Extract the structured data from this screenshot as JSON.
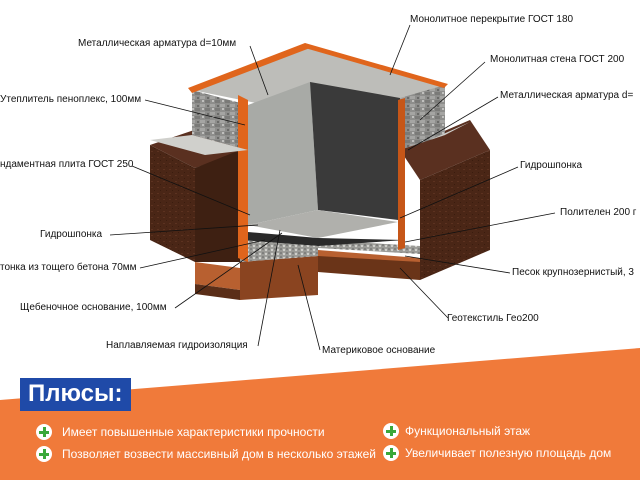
{
  "labels": {
    "slab": "Монолитное перекрытие ГОСТ 180",
    "rebar_top": "Металлическая арматура d=10мм",
    "wall": "Монолитная стена ГОСТ 200",
    "insulation": "Утеплитель пеноплекс, 100мм",
    "rebar_right": "Металлическая арматура d=",
    "foundation_plate": "ндаментная плита ГОСТ 250",
    "waterstop_right": "Гидрошпонка",
    "polyethylene": "Полителен 200 г",
    "waterstop_left": "Гидрошпонка",
    "lean_concrete": "тонка из тощего бетона 70мм",
    "sand": "Песок крупнозернистый, 3",
    "gravel": "Щебеночное основание, 100мм",
    "geotextile": "Геотекстиль Гео200",
    "waterproofing": "Наплавляемая гидроизоляция",
    "native_soil": "Материковое основание"
  },
  "pros": {
    "title": "Плюсы:",
    "items": [
      "Имеет повышенные характеристики прочности",
      "Функциональный этаж",
      "Позволяет возвести массивный дом в несколько этажей",
      "Увеличивает полезную площадь дом"
    ]
  },
  "colors": {
    "banner": "#f07a3a",
    "title_bg": "#1f4aa8",
    "plus_icon": "#3aa83a",
    "concrete": "#a8aaa6",
    "soil": "#4a2616",
    "insulation_orange": "#e0651c"
  }
}
